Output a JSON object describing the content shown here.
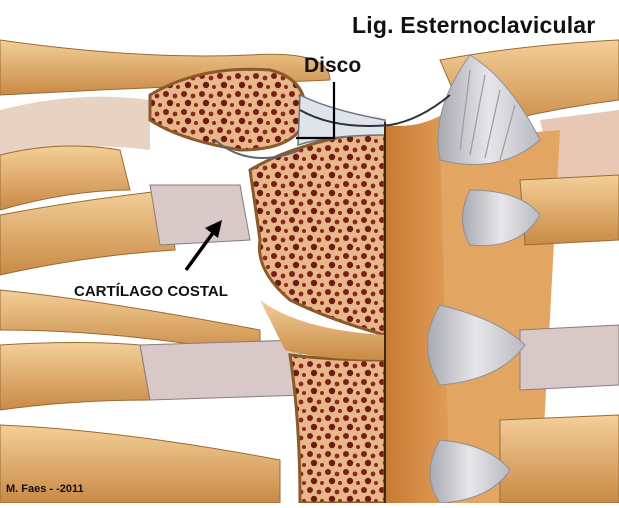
{
  "labels": {
    "ligament": "Lig. Esternoclavicular",
    "disc": "Disco",
    "cartilage": "CARTÍLAGO COSTAL",
    "credit": "M. Faes - -2011"
  },
  "colors": {
    "bone_outer": "#d9a05a",
    "bone_light": "#f0c890",
    "marrow_dark": "#7a1f16",
    "marrow_light": "#e6b48a",
    "cartilage": "#d6c4c4",
    "ligament": "#c9c9cf",
    "sternum_surface": "#d98a3e"
  }
}
